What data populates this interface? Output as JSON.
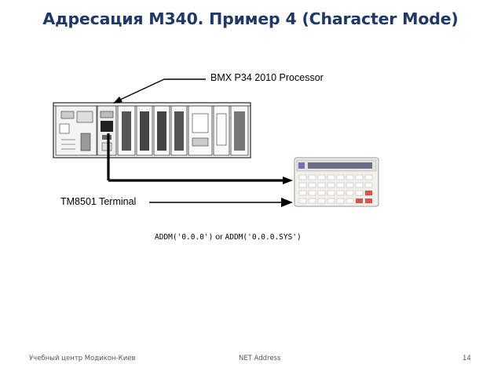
{
  "slide": {
    "title": "Адресация М340. Пример 4 (Character Mode)",
    "processor_label": "BMX P34 2010  Processor",
    "terminal_label": "TM8501  Terminal",
    "formula": {
      "part1": "ADDM('0.0.0')",
      "connector": " or ",
      "part2": "ADDM('0.0.0.SYS')"
    }
  },
  "footer": {
    "left": "Учебный центр Модикон-Киев",
    "center": "NET Address",
    "page_number": "14"
  }
}
